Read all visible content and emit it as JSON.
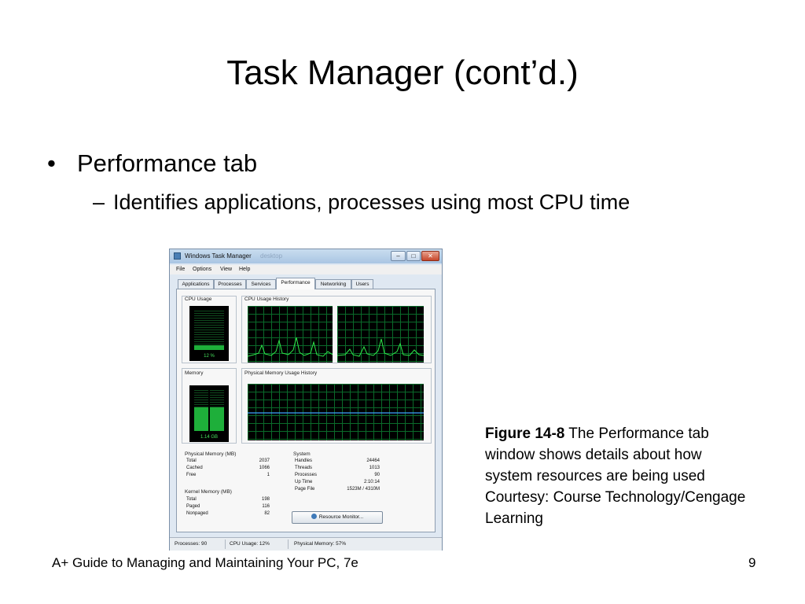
{
  "slide": {
    "title": "Task Manager (cont’d.)",
    "bullet": "Performance tab",
    "sub_bullet": "Identifies applications, processes using most CPU time",
    "bullet_symbol": "•",
    "dash_symbol": "–",
    "footer_left": "A+ Guide to Managing and Maintaining Your PC, 7e",
    "page_number": "9"
  },
  "caption": {
    "figure_label": "Figure 14-8",
    "text": " The Performance tab window shows details about how system resources are being used",
    "courtesy": "Courtesy: Course Technology/Cengage Learning"
  },
  "task_manager": {
    "title": "Windows Task Manager",
    "title_ghost": "desktop",
    "window_buttons": [
      "–",
      "□",
      "✕"
    ],
    "menu": [
      "File",
      "Options",
      "View",
      "Help"
    ],
    "tabs": [
      "Applications",
      "Processes",
      "Services",
      "Performance",
      "Networking",
      "Users"
    ],
    "active_tab": "Performance",
    "cpu_usage_label": "CPU Usage",
    "cpu_usage_value": "12 %",
    "cpu_usage_level": 0.12,
    "cpu_history_label": "CPU Usage History",
    "memory_label": "Memory",
    "memory_value": "1.14 GB",
    "memory_level": 0.57,
    "memory_history_label": "Physical Memory Usage History",
    "physical_memory": {
      "title": "Physical Memory (MB)",
      "rows": [
        {
          "key": "Total",
          "value": "2037"
        },
        {
          "key": "Cached",
          "value": "1066"
        },
        {
          "key": "Free",
          "value": "1"
        }
      ]
    },
    "kernel_memory": {
      "title": "Kernel Memory (MB)",
      "rows": [
        {
          "key": "Total",
          "value": "198"
        },
        {
          "key": "Paged",
          "value": "116"
        },
        {
          "key": "Nonpaged",
          "value": "82"
        }
      ]
    },
    "system": {
      "title": "System",
      "rows": [
        {
          "key": "Handles",
          "value": "24464"
        },
        {
          "key": "Threads",
          "value": "1013"
        },
        {
          "key": "Processes",
          "value": "90"
        },
        {
          "key": "Up Time",
          "value": "2:10:14"
        },
        {
          "key": "Page File",
          "value": "1523M / 4310M"
        }
      ]
    },
    "resource_monitor_button": "Resource Monitor...",
    "status": {
      "processes": "Processes: 90",
      "cpu": "CPU Usage: 12%",
      "memory": "Physical Memory: 57%"
    },
    "colors": {
      "graph_line": "#2ee84a",
      "graph_grid": "#0a6a2a",
      "memory_line": "#3da0ff",
      "gauge_fill": "#1eaf3a"
    }
  }
}
